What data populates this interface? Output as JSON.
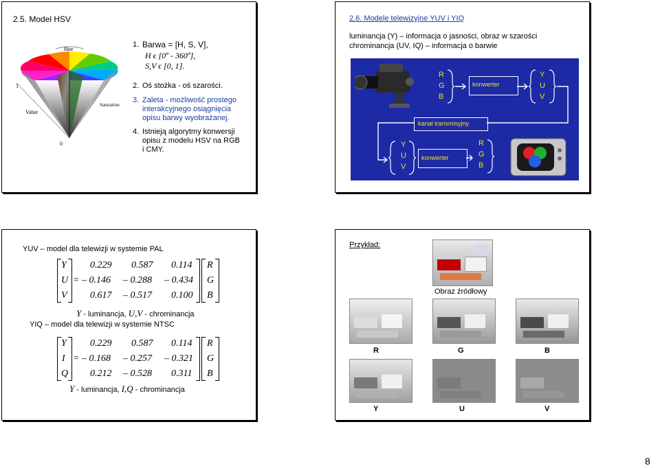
{
  "slide1": {
    "title": "2.5. Model HSV",
    "items": [
      {
        "num": "1.",
        "lines": [
          "Barwa = [H, S, V],",
          "H ϵ [0º - 360º],",
          "S,V ϵ [0, 1]."
        ]
      },
      {
        "num": "2.",
        "lines": [
          "Oś stożka - oś szarości."
        ]
      },
      {
        "num": "3.",
        "lines": [
          "Zaleta - możliwość prostego",
          "interakcyjnego osiągnięcia",
          "opisu barwy wyobrażanej."
        ]
      },
      {
        "num": "4.",
        "lines": [
          "Istnieją algorytmy konwersji",
          "opisu z modelu HSV na RGB",
          "i CMY."
        ]
      }
    ],
    "cone_labels": {
      "hue": "Hue",
      "value": "Value",
      "saturation": "Saturation",
      "top": "1",
      "bottom": "0"
    }
  },
  "slide2": {
    "title": "2.6. Modele telewizyjne YUV i YIQ",
    "line1": "luminancja (Y) – informacja o jasności, obraz w szarości",
    "line2": "chrominancja (UV, IQ) – informacja o barwie",
    "diagram": {
      "rgb_top": [
        "R",
        "G",
        "B"
      ],
      "yuv_top": [
        "Y",
        "U",
        "V"
      ],
      "konwerter_top": "konwerter",
      "kanal": "kanał transmisyjny",
      "yuv_bottom": [
        "Y",
        "U",
        "V"
      ],
      "konwerter_bottom": "konwerter",
      "rgb_bottom": [
        "R",
        "G",
        "B"
      ],
      "bg": "#1d2aa6",
      "letter_color": "#f0e020"
    }
  },
  "slide3": {
    "pal_title": "YUV – model dla telewizji w systemie PAL",
    "pal_lhs": [
      "Y",
      "U",
      "V"
    ],
    "pal_matrix": [
      [
        "0.229",
        "0.587",
        "0.114"
      ],
      [
        "– 0.146",
        "– 0.288",
        "– 0.434"
      ],
      [
        "0.617",
        "– 0.517",
        "0.100"
      ]
    ],
    "pal_rhs": [
      "R",
      "G",
      "B"
    ],
    "pal_note": [
      "Y",
      " - luminancja, ",
      "U,V",
      " - chrominancja"
    ],
    "ntsc_title": "YIQ – model dla telewizji w systemie NTSC",
    "ntsc_lhs": [
      "Y",
      "I",
      "Q"
    ],
    "ntsc_matrix": [
      [
        "0.229",
        "0.587",
        "0.114"
      ],
      [
        "– 0.168",
        "– 0.257",
        "– 0.321"
      ],
      [
        "0.212",
        "– 0.528",
        "0.311"
      ]
    ],
    "ntsc_rhs": [
      "R",
      "G",
      "B"
    ],
    "ntsc_note": [
      "Y",
      " - luminancja, ",
      "I,Q",
      " - chrominancja"
    ],
    "equals": "="
  },
  "slide4": {
    "title": "Przykład:",
    "source_label": "Obraz źródłowy",
    "rgb_labels": [
      "R",
      "G",
      "B"
    ],
    "yuv_labels": [
      "Y",
      "U",
      "V"
    ]
  },
  "page_number": "8"
}
